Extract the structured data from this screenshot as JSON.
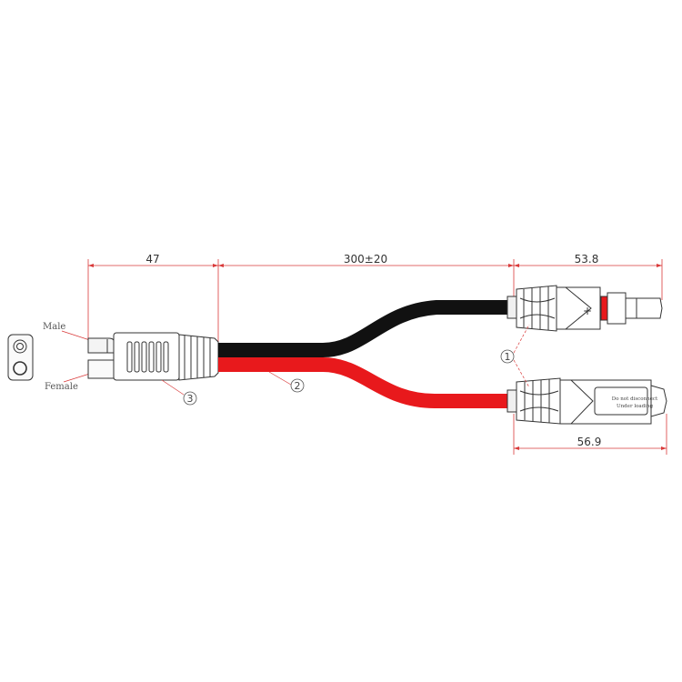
{
  "dimensions": {
    "left_length": "47",
    "cable_length": "300±20",
    "top_connector": "53.8",
    "bottom_connector": "56.9"
  },
  "labels": {
    "male": "Male",
    "female": "Female",
    "plus": "+"
  },
  "callouts": {
    "c1": "1",
    "c2": "2",
    "c3": "3"
  },
  "female_connector_text": {
    "line1": "Do not disconnect",
    "line2": "Under loading"
  },
  "colors": {
    "red_wire": "#e8191c",
    "black_wire": "#111111",
    "dimension_line": "#d93a3a",
    "outline": "#333333"
  }
}
